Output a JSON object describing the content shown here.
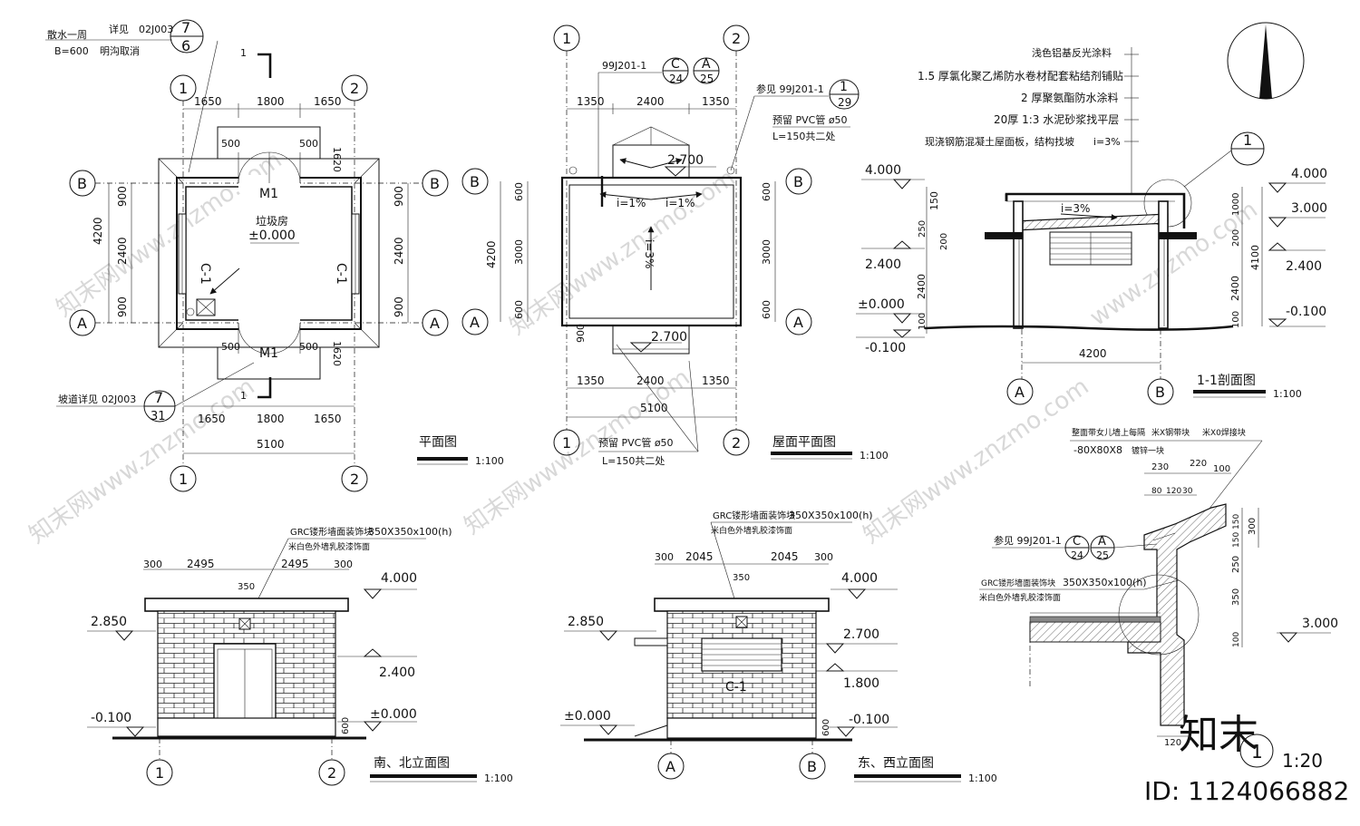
{
  "watermark": {
    "brand": "知末",
    "id_text": "ID: 1124066882",
    "tiled": [
      "知末网www.znzmo.com",
      "www.znzmo.com"
    ]
  },
  "plan": {
    "title": "平面图",
    "scale": "1:100",
    "note_top_1": "散水一周",
    "note_top_2": "详见",
    "note_top_3": "02J003",
    "note_top_4": "B=600",
    "note_top_5": "明沟取消",
    "detail_top_num": "7",
    "detail_top_den": "6",
    "ramp_note": "坡道详见",
    "ramp_ref": "02J003",
    "detail_bot_num": "7",
    "detail_bot_den": "31",
    "room_name": "垃圾房",
    "room_level": "±0.000",
    "door": "M1",
    "window": "C-1",
    "section_mark": "1",
    "grid_1": "1",
    "grid_2": "2",
    "grid_a": "A",
    "grid_b": "B",
    "dims_top": [
      "1650",
      "1800",
      "1650"
    ],
    "dims_bottom": [
      "1650",
      "1800",
      "1650"
    ],
    "dim_total": "5100",
    "dims_side": [
      "900",
      "2400",
      "900"
    ],
    "dim_side_total": "4200",
    "dim_door_leaf": "500",
    "dim_porch": "1620"
  },
  "roof": {
    "title": "屋面平面图",
    "scale": "1:100",
    "ref_1": "99J201-1",
    "circ_c_top": "C",
    "circ_c_bot": "24",
    "circ_a_top": "A",
    "circ_a_bot": "25",
    "ref_2": "参见 99J201-1",
    "ref_2_num": "1",
    "ref_2_den": "29",
    "pipe_note": "预留 PVC管 ø50",
    "pipe_len": "L=150共二处",
    "pipe_note_bottom": "预留 PVC管 ø50",
    "pipe_len_bottom": "L=150共二处",
    "level_top": "2.700",
    "level_bottom": "2.700",
    "slope_1": "i=1%",
    "slope_2": "i=1%",
    "slope_3": "i=3%",
    "dims_top": [
      "1350",
      "2400",
      "1350"
    ],
    "dims_bottom": [
      "1350",
      "2400",
      "1350"
    ],
    "dim_total": "5100",
    "dims_side": [
      "600",
      "3000",
      "600"
    ],
    "dim_side_total": "4200",
    "dim_canopy": "900"
  },
  "section": {
    "title": "1-1剖面图",
    "scale": "1:100",
    "layers": [
      "浅色铝基反光涂料",
      "1.5 厚氯化聚乙烯防水卷材配套粘结剂铺贴",
      "2 厚聚氨酯防水涂料",
      "20厚 1:3 水泥砂浆找平层",
      "现浇钢筋混凝土屋面板，结构找坡"
    ],
    "slope": "i=3%",
    "slope_inner": "i=3%",
    "detail_num": "1",
    "left_levels": [
      "4.000",
      "2.400",
      "±0.000",
      "-0.100"
    ],
    "right_levels": [
      "4.000",
      "3.000",
      "2.400",
      "-0.100"
    ],
    "left_dims": [
      "150",
      "250",
      "200",
      "2400",
      "100"
    ],
    "right_dims": [
      "1000",
      "200",
      "2400",
      "100"
    ],
    "right_total": "4100",
    "span": "4200",
    "grid_a": "A",
    "grid_b": "B"
  },
  "south_elev": {
    "title": "南、北立面图",
    "scale": "1:100",
    "grc_note": "GRC镂形墙面装饰块",
    "grc_size": "350X350x100(h)",
    "paint_note": "米白色外墙乳胶漆饰面",
    "dims_top": [
      "300",
      "2495",
      "2495",
      "300"
    ],
    "dim_mid": "350",
    "levels": [
      "4.000",
      "2.850",
      "2.400",
      "±0.000",
      "-0.100"
    ],
    "plinth": "600",
    "grid_1": "1",
    "grid_2": "2"
  },
  "east_elev": {
    "title": "东、西立面图",
    "scale": "1:100",
    "grc_note": "GRC镂形墙面装饰块",
    "grc_size": "350X350x100(h)",
    "paint_note": "米白色外墙乳胶漆饰面",
    "dims_top": [
      "300",
      "2045",
      "2045",
      "300"
    ],
    "dim_mid": "350",
    "levels": [
      "4.000",
      "2.850",
      "2.700",
      "1.800",
      "±0.000",
      "-0.100"
    ],
    "window": "C-1",
    "plinth": "600",
    "grid_a": "A",
    "grid_b": "B"
  },
  "detail": {
    "scale_label": "1:20",
    "detail_num": "1",
    "note_top": "整面带女儿墙上每隔",
    "note_top_2": "米X钢带块",
    "note_top_3": "米X0焊接块",
    "steel": "-80X80X8",
    "steel_2": "镀锌一块",
    "ref": "参见 99J201-1",
    "circ_c_top": "C",
    "circ_c_bot": "24",
    "circ_a_top": "A",
    "circ_a_bot": "25",
    "grc_note": "GRC镂形墙面装饰块",
    "grc_size": "350X350x100(h)",
    "paint_note": "米白色外墙乳胶漆饰面",
    "dims_top": [
      "230",
      "220",
      "100"
    ],
    "dims_top_2": [
      "80",
      "120",
      "30"
    ],
    "dims_right": [
      "150",
      "150",
      "300",
      "250",
      "350",
      "100"
    ],
    "level": "3.000",
    "dim_bottom": "120"
  }
}
